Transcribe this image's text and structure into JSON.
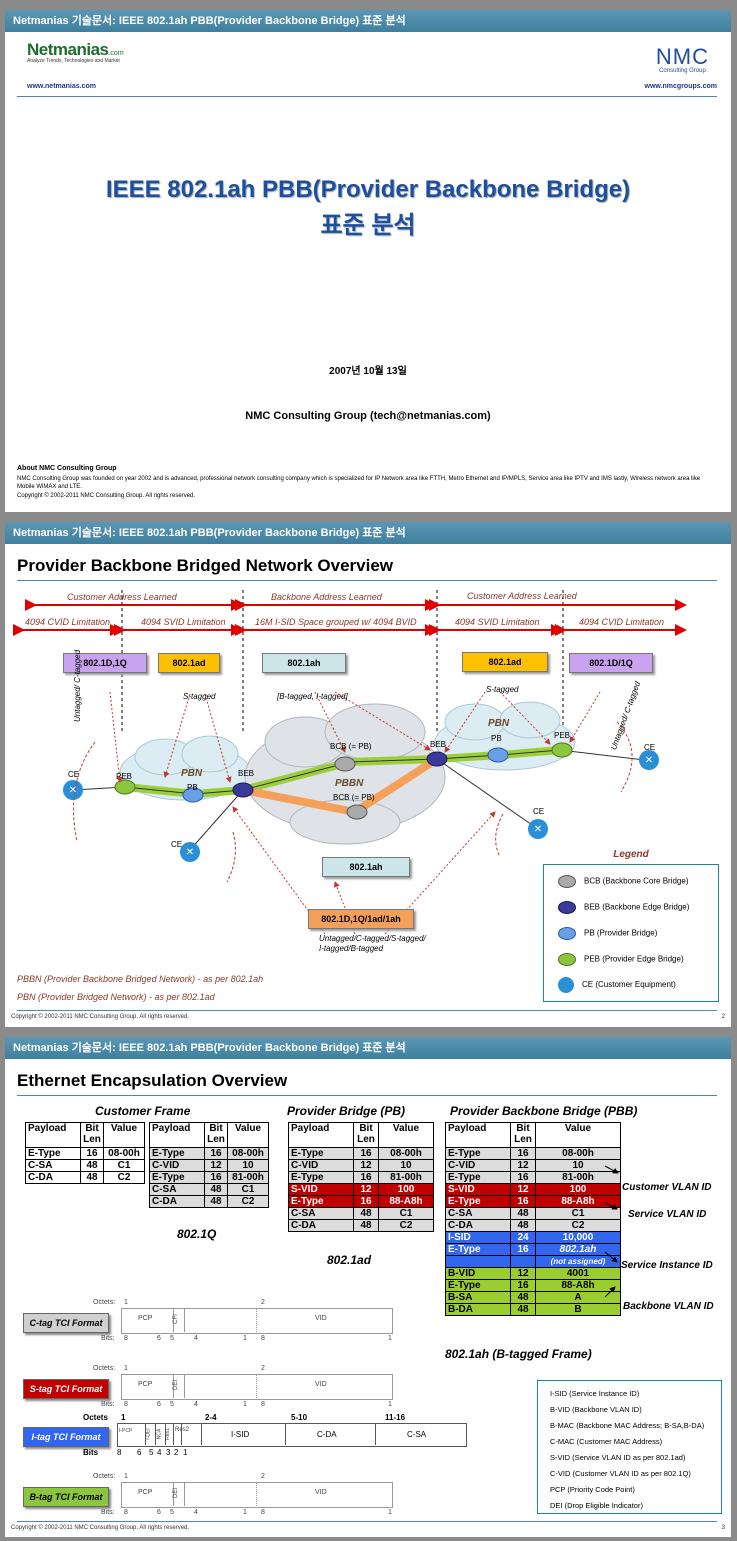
{
  "header": "Netmanias 기술문서: IEEE 802.1ah PBB(Provider Backbone Bridge) 표준 분석",
  "page1": {
    "logo_left": "Netmanias",
    "logo_left_com": ".com",
    "logo_left_tag": "Analyze Trends, Technologies and Market",
    "url_left": "www.netmanias.com",
    "logo_right": "NMC",
    "logo_right_sub": "Consulting Group",
    "url_right": "www.nmcgroups.com",
    "title_line1": "IEEE 802.1ah PBB(Provider Backbone Bridge)",
    "title_line2": "표준 분석",
    "date": "2007년 10월 13일",
    "author": "NMC Consulting Group (tech@netmanias.com)",
    "about_title": "About NMC Consulting Group",
    "about_text": "NMC Consulting Group was founded on year 2002 and is advanced, professional network consulting company which is specialized for IP Network area like FTTH, Metro Ethernet and IP/MPLS, Service area like IPTV and IMS lastly, Wireless network area like Mobile WiMAX and LTE.",
    "copyright": "Copyright © 2002-2011 NMC Consulting Group. All rights reserved."
  },
  "page2": {
    "title": "Provider Backbone Bridged Network Overview",
    "learned": [
      "Customer Address Learned",
      "Backbone Address Learned",
      "Customer Address Learned"
    ],
    "limits": [
      "4094 CVID Limitation",
      "4094 SVID Limitation",
      "16M I-SID Space grouped w/ 4094 BVID",
      "4094 SVID Limitation",
      "4094 CVID Limitation"
    ],
    "badges": [
      "802.1D,1Q",
      "802.1ad",
      "802.1ah",
      "802.1ad",
      "802.1D/1Q",
      "802.1ah",
      "802.1D,1Q/1ad/1ah"
    ],
    "tag_labels": [
      "Untagged/ C-tagged",
      "S-tagged",
      "[B-tagged, I-tagged]",
      "S-tagged",
      "Untagged/ C-tagged"
    ],
    "bottom_tag": "Untagged/C-tagged/S-tagged/ I-tagged/B-tagged",
    "nodes": {
      "ce": "CE",
      "peb": "PEB",
      "pb": "PB",
      "beb": "BEB",
      "bcb": "BCB (= PB)",
      "pbn": "PBN",
      "pbbn": "PBBN"
    },
    "notes": [
      "PBBN (Provider Backbone Bridged Network) - as per 802.1ah",
      "PBN (Provider Bridged Network) - as per 802.1ad"
    ],
    "legend_title": "Legend",
    "legend": [
      "BCB (Backbone Core Bridge)",
      "BEB (Backbone Edge Bridge)",
      "PB (Provider Bridge)",
      "PEB (Provider Edge Bridge)",
      "CE (Customer Equipment)"
    ],
    "copyright": "Copyright © 2002-2011 NMC Consulting Group. All rights reserved.",
    "page_no": "2"
  },
  "page3": {
    "title": "Ethernet Encapsulation Overview",
    "groups": [
      "Customer Frame",
      "Provider Bridge (PB)",
      "Provider Backbone Bridge (PBB)"
    ],
    "col_payload": "Payload",
    "col_bitlen": "Bit Len",
    "col_value": "Value",
    "cf1": [
      [
        "E-Type",
        "16",
        "08-00h"
      ],
      [
        "C-SA",
        "48",
        "C1"
      ],
      [
        "C-DA",
        "48",
        "C2"
      ]
    ],
    "cf2": [
      [
        "E-Type",
        "16",
        "08-00h"
      ],
      [
        "C-VID",
        "12",
        "10"
      ],
      [
        "E-Type",
        "16",
        "81-00h"
      ],
      [
        "C-SA",
        "48",
        "C1"
      ],
      [
        "C-DA",
        "48",
        "C2"
      ]
    ],
    "cf2_caption": "802.1Q",
    "pb": [
      [
        "E-Type",
        "16",
        "08-00h"
      ],
      [
        "C-VID",
        "12",
        "10"
      ],
      [
        "E-Type",
        "16",
        "81-00h"
      ],
      [
        "S-VID",
        "12",
        "100"
      ],
      [
        "E-Type",
        "16",
        "88-A8h"
      ],
      [
        "C-SA",
        "48",
        "C1"
      ],
      [
        "C-DA",
        "48",
        "C2"
      ]
    ],
    "pb_caption": "802.1ad",
    "pbb": [
      [
        "E-Type",
        "16",
        "08-00h"
      ],
      [
        "C-VID",
        "12",
        "10"
      ],
      [
        "E-Type",
        "16",
        "81-00h"
      ],
      [
        "S-VID",
        "12",
        "100"
      ],
      [
        "E-Type",
        "16",
        "88-A8h"
      ],
      [
        "C-SA",
        "48",
        "C1"
      ],
      [
        "C-DA",
        "48",
        "C2"
      ],
      [
        "I-SID",
        "24",
        "10,000"
      ],
      [
        "E-Type",
        "16",
        "802.1ah"
      ],
      [
        "B-VID",
        "12",
        "4001"
      ],
      [
        "E-Type",
        "16",
        "88-A8h"
      ],
      [
        "B-SA",
        "48",
        "A"
      ],
      [
        "B-DA",
        "48",
        "B"
      ]
    ],
    "pbb_note": "(not assigned)",
    "pbb_caption": "802.1ah (B-tagged Frame)",
    "right_labels": [
      "Customer VLAN ID",
      "Service VLAN ID",
      "Service Instance ID",
      "Backbone VLAN ID"
    ],
    "tci": {
      "octets": "Octets:",
      "bits": "Bits:",
      "one": "1",
      "two": "2",
      "pcp": "PCP",
      "cfi": "CFI",
      "dei": "DEI",
      "vid": "VID",
      "bit_nums": [
        "8",
        "6",
        "5",
        "4",
        "1",
        "8",
        "1"
      ],
      "c_tag": "C-tag TCI Format",
      "s_tag": "S-tag TCI Format",
      "i_tag": "I-tag TCI Format",
      "b_tag": "B-tag TCI Format",
      "i_octets": "Octets",
      "i_bits": "Bits",
      "i_o": [
        "1",
        "2-4",
        "5-10",
        "11-16"
      ],
      "i_fields": [
        "I-PCP",
        "I-DEI",
        "NCA",
        "Res1",
        "Res2",
        "I-SID",
        "C-DA",
        "C-SA"
      ],
      "i_bit_nums": [
        "8",
        "6",
        "5",
        "4",
        "3",
        "2",
        "1"
      ]
    },
    "defs": [
      "I-SID (Service Instance ID)",
      "B-VID (Backbone VLAN ID)",
      "B-MAC (Backbone MAC Address; B-SA,B-DA)",
      "C-MAC (Customer MAC Address)",
      "S-VID (Service VLAN ID as per 802.1ad)",
      "C-VID (Customer VLAN ID as per 802.1Q)",
      "PCP (Priority Code Point)",
      "DEI (Drop Eligible Indicator)"
    ],
    "copyright": "Copyright © 2002-2011 NMC Consulting Group. All rights reserved.",
    "page_no": "3"
  },
  "colors": {
    "header": "#4a8aab",
    "title_blue": "#1f4e9e",
    "red_row": "#c00000",
    "blue_row": "#3366ee",
    "green_row": "#9acd32"
  }
}
